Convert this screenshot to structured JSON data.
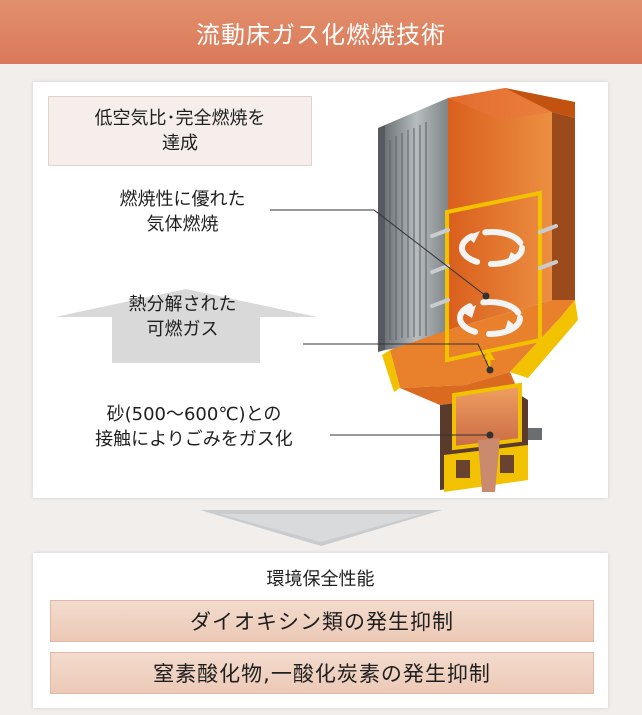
{
  "header": {
    "title": "流動床ガス化燃焼技術"
  },
  "notes": {
    "low_air": [
      "低空気比･完全燃焼を",
      "達成"
    ],
    "gas_combustion": [
      "燃焼性に優れた",
      "気体燃焼"
    ],
    "pyrolysis_gas": [
      "熱分解された",
      "可燃ガス"
    ],
    "sand_contact": [
      "砂(500～600℃)との",
      "接触によりごみをガス化"
    ]
  },
  "bottom": {
    "title": "環境保全性能",
    "items": [
      "ダイオキシン類の発生抑制",
      "窒素酸化物,一酸化炭素の発生抑制"
    ]
  },
  "colors": {
    "header": "#d9795a",
    "furnace_orange": "#e8802c",
    "highlight_yellow": "#f2c200",
    "wall_gray": "#8e9396"
  }
}
